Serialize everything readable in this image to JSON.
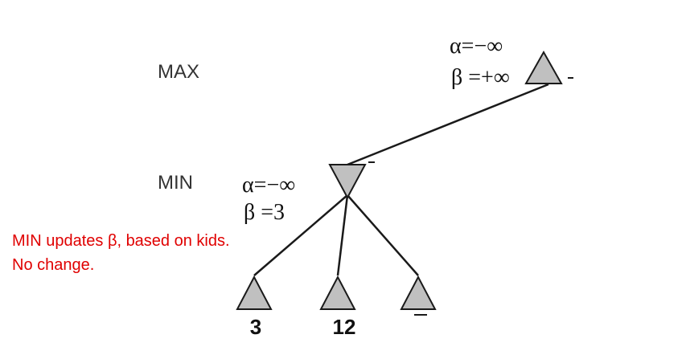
{
  "levels": {
    "max_label": "MAX",
    "min_label": "MIN"
  },
  "root": {
    "alpha": "α=−∞",
    "beta": "β =+∞"
  },
  "min_node": {
    "alpha": "α=−∞",
    "beta": "β =3"
  },
  "leaves": [
    "3",
    "12",
    ""
  ],
  "note": {
    "line1": "MIN updates β, based on kids.",
    "line2": "No change."
  },
  "colors": {
    "node_fill": "#c0c0c0",
    "line": "#1a1a1a",
    "note": "#e00000"
  }
}
